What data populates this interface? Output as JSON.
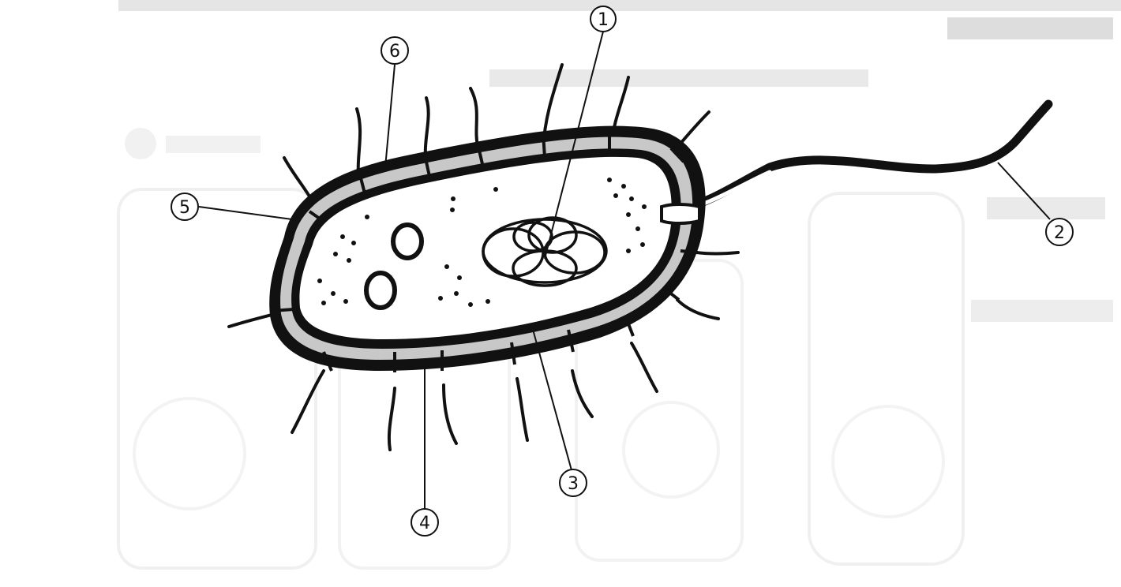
{
  "figure": {
    "labels": [
      {
        "id": "1",
        "text": "1"
      },
      {
        "id": "2",
        "text": "2"
      },
      {
        "id": "3",
        "text": "3"
      },
      {
        "id": "4",
        "text": "4"
      },
      {
        "id": "5",
        "text": "5"
      },
      {
        "id": "6",
        "text": "6"
      }
    ]
  },
  "colors": {
    "ink": "#111111",
    "wall_fill": "#c8c8c8",
    "ghost": "#d8d8d8"
  }
}
